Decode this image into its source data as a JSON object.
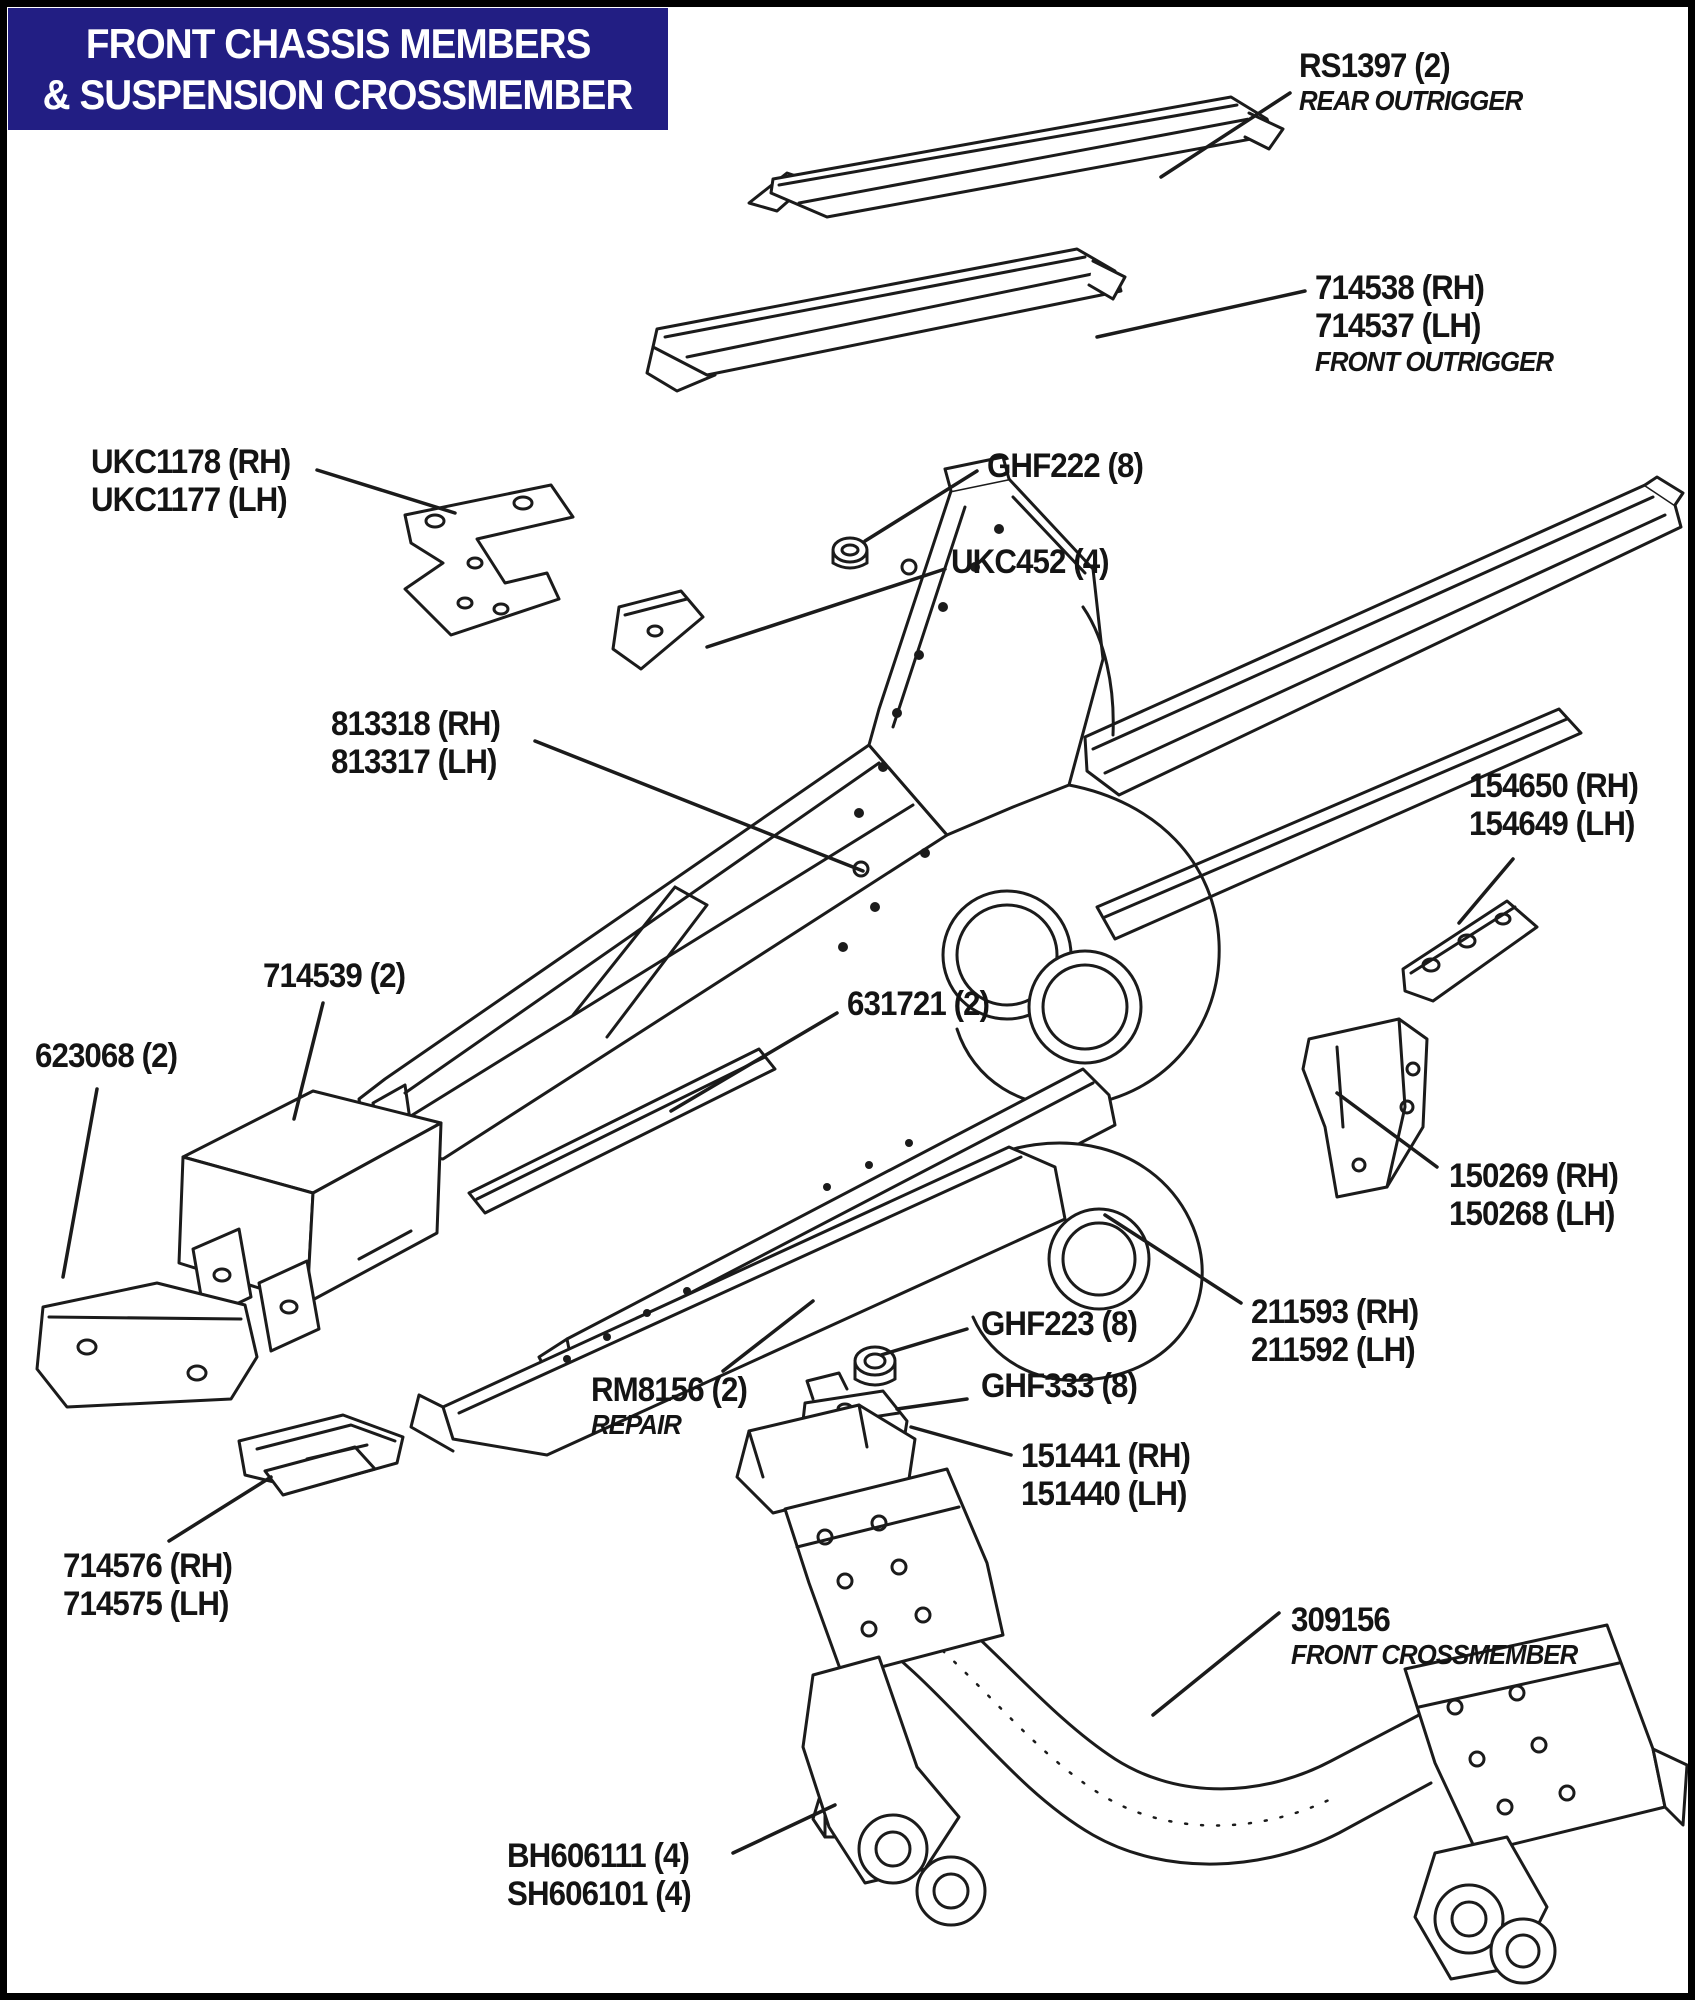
{
  "title": {
    "line1": "FRONT CHASSIS MEMBERS",
    "line2": "& SUSPENSION CROSSMEMBER"
  },
  "colors": {
    "background": "#ffffff",
    "border": "#000000",
    "line_art": "#1b1b1b",
    "title_bg": "#221e83",
    "title_text": "#ffffff"
  },
  "labels": [
    {
      "id": "rs1397",
      "lines": [
        "RS1397 (2)"
      ],
      "caption": "REAR OUTRIGGER"
    },
    {
      "id": "front-outrigger",
      "lines": [
        "714538 (RH)",
        "714537 (LH)"
      ],
      "caption": "FRONT OUTRIGGER"
    },
    {
      "id": "ukc1178",
      "lines": [
        "UKC1178 (RH)",
        "UKC1177 (LH)"
      ]
    },
    {
      "id": "ghf222",
      "lines": [
        "GHF222 (8)"
      ]
    },
    {
      "id": "ukc452",
      "lines": [
        "UKC452 (4)"
      ]
    },
    {
      "id": "813318",
      "lines": [
        "813318 (RH)",
        "813317 (LH)"
      ]
    },
    {
      "id": "154650",
      "lines": [
        "154650 (RH)",
        "154649 (LH)"
      ]
    },
    {
      "id": "714539",
      "lines": [
        "714539 (2)"
      ]
    },
    {
      "id": "623068",
      "lines": [
        "623068 (2)"
      ]
    },
    {
      "id": "631721",
      "lines": [
        "631721 (2)"
      ]
    },
    {
      "id": "150269",
      "lines": [
        "150269 (RH)",
        "150268 (LH)"
      ]
    },
    {
      "id": "211593",
      "lines": [
        "211593 (RH)",
        "211592 (LH)"
      ]
    },
    {
      "id": "ghf223",
      "lines": [
        "GHF223 (8)"
      ]
    },
    {
      "id": "ghf333",
      "lines": [
        "GHF333 (8)"
      ]
    },
    {
      "id": "rm8156",
      "lines": [
        "RM8156 (2)"
      ],
      "caption": "REPAIR"
    },
    {
      "id": "151441",
      "lines": [
        "151441 (RH)",
        "151440 (LH)"
      ]
    },
    {
      "id": "714576",
      "lines": [
        "714576 (RH)",
        "714575 (LH)"
      ]
    },
    {
      "id": "309156",
      "lines": [
        "309156"
      ],
      "caption": "FRONT CROSSMEMBER"
    },
    {
      "id": "bh606111",
      "lines": [
        "BH606111 (4)",
        "SH606101 (4)"
      ]
    }
  ]
}
